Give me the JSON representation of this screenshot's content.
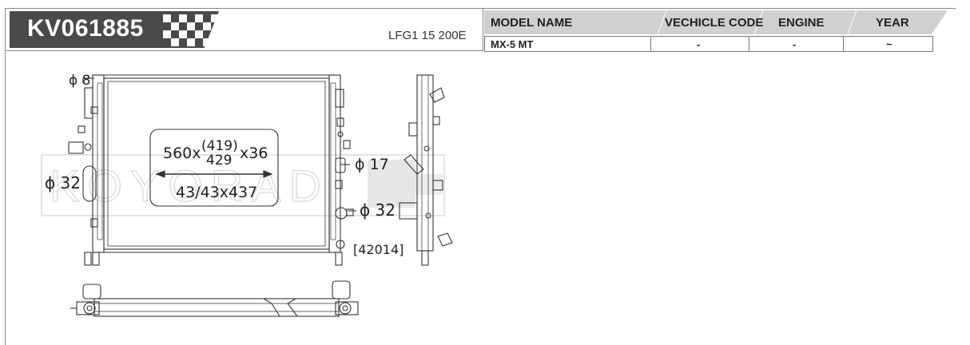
{
  "part_number": "KV061885",
  "engine_code": "LFG1 15 200E",
  "spec_table": {
    "headers": [
      "MODEL NAME",
      "VECHICLE CODE",
      "ENGINE",
      "YEAR"
    ],
    "row": [
      "MX-5   MT",
      "-",
      "-",
      "~"
    ]
  },
  "watermark": "KOYORAD",
  "dimensions": {
    "core_prefix": "560x",
    "core_alt_top": "(419)",
    "core_alt_bottom": "429",
    "core_suffix": "x36",
    "tank": "43/43x437"
  },
  "callouts": {
    "inlet_pipe": "ϕ 8",
    "left_hose": "ϕ 32",
    "right_upper": "ϕ 17",
    "right_lower": "ϕ 32",
    "drain_code": "[42014]"
  }
}
